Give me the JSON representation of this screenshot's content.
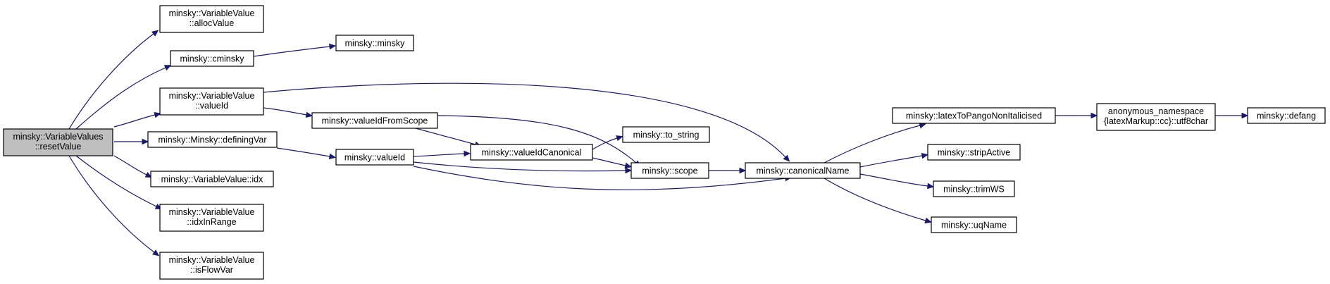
{
  "nodes": {
    "resetValue": [
      "minsky::VariableValues",
      "::resetValue"
    ],
    "allocValue": [
      "minsky::VariableValue",
      "::allocValue"
    ],
    "cminsky": [
      "minsky::cminsky"
    ],
    "minsky": [
      "minsky::minsky"
    ],
    "vvValueId": [
      "minsky::VariableValue",
      "::valueId"
    ],
    "definingVar": [
      "minsky::Minsky::definingVar"
    ],
    "idx": [
      "minsky::VariableValue::idx"
    ],
    "idxInRange": [
      "minsky::VariableValue",
      "::idxInRange"
    ],
    "isFlowVar": [
      "minsky::VariableValue",
      "::isFlowVar"
    ],
    "valueIdFromScope": [
      "minsky::valueIdFromScope"
    ],
    "valueId": [
      "minsky::valueId"
    ],
    "valueIdCanonical": [
      "minsky::valueIdCanonical"
    ],
    "to_string": [
      "minsky::to_string"
    ],
    "scope": [
      "minsky::scope"
    ],
    "canonicalName": [
      "minsky::canonicalName"
    ],
    "latexToPango": [
      "minsky::latexToPangoNonItalicised"
    ],
    "stripActive": [
      "minsky::stripActive"
    ],
    "trimWS": [
      "minsky::trimWS"
    ],
    "uqName": [
      "minsky::uqName"
    ],
    "utf8char": [
      "anonymous_namespace",
      "{latexMarkup::cc}::utf8char"
    ],
    "defang": [
      "minsky::defang"
    ]
  },
  "edges": [
    [
      "resetValue",
      "allocValue"
    ],
    [
      "resetValue",
      "cminsky"
    ],
    [
      "resetValue",
      "vvValueId"
    ],
    [
      "resetValue",
      "definingVar"
    ],
    [
      "resetValue",
      "idx"
    ],
    [
      "resetValue",
      "idxInRange"
    ],
    [
      "resetValue",
      "isFlowVar"
    ],
    [
      "cminsky",
      "minsky"
    ],
    [
      "vvValueId",
      "valueIdFromScope"
    ],
    [
      "vvValueId",
      "canonicalName"
    ],
    [
      "definingVar",
      "valueId"
    ],
    [
      "valueIdFromScope",
      "valueIdCanonical"
    ],
    [
      "valueIdFromScope",
      "scope"
    ],
    [
      "valueId",
      "valueIdCanonical"
    ],
    [
      "valueId",
      "scope"
    ],
    [
      "valueId",
      "canonicalName"
    ],
    [
      "valueIdCanonical",
      "to_string"
    ],
    [
      "valueIdCanonical",
      "scope"
    ],
    [
      "scope",
      "canonicalName"
    ],
    [
      "canonicalName",
      "latexToPango"
    ],
    [
      "canonicalName",
      "stripActive"
    ],
    [
      "canonicalName",
      "trimWS"
    ],
    [
      "canonicalName",
      "uqName"
    ],
    [
      "latexToPango",
      "utf8char"
    ],
    [
      "utf8char",
      "defang"
    ]
  ],
  "colors": {
    "edge": "#191970",
    "root_fill": "#bfbfbf",
    "node_fill": "#ffffff",
    "border": "#000000"
  }
}
